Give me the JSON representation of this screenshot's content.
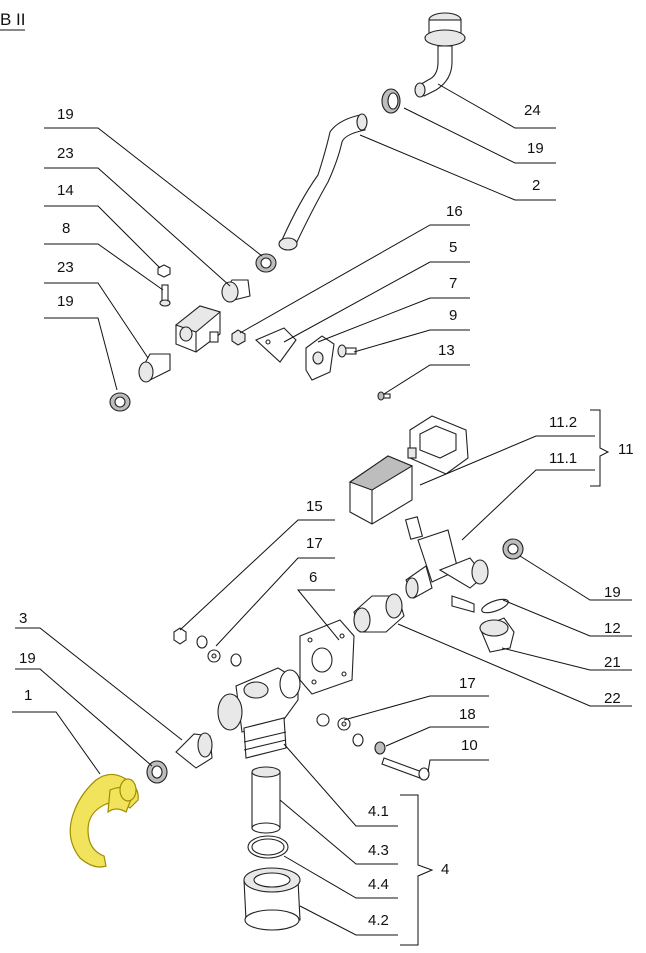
{
  "title": "B II",
  "callouts": {
    "c24": "24",
    "c19a": "19",
    "c2": "2",
    "c19b": "19",
    "c23a": "23",
    "c14": "14",
    "c8": "8",
    "c23b": "23",
    "c19c": "19",
    "c16": "16",
    "c5": "5",
    "c7": "7",
    "c9": "9",
    "c13": "13",
    "c11_2": "11.2",
    "c11_1": "11.1",
    "c11": "11",
    "c15": "15",
    "c17a": "17",
    "c6": "6",
    "c19d": "19",
    "c12": "12",
    "c21": "21",
    "c22": "22",
    "c3": "3",
    "c19e": "19",
    "c1": "1",
    "c17b": "17",
    "c18": "18",
    "c10": "10",
    "c4_1": "4.1",
    "c4_3": "4.3",
    "c4_4": "4.4",
    "c4_2": "4.2",
    "c4": "4"
  },
  "colors": {
    "highlight": "#f2e35c",
    "line": "#111111"
  }
}
